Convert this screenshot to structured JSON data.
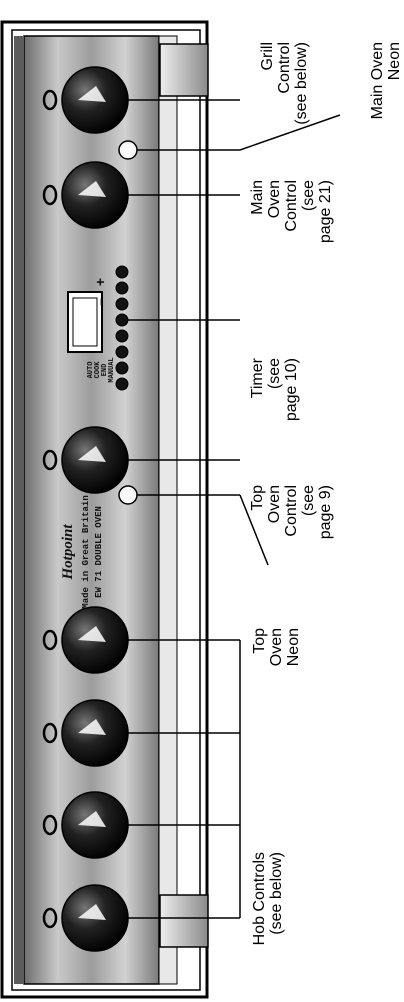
{
  "panel": {
    "brand": "Hotpoint",
    "made_in": "Made in Great Britain",
    "model": "EW 71 DOUBLE OVEN",
    "timer_plus": "+",
    "timer_minus": "–",
    "timer_button_labels": [
      "AUTO",
      "COOK",
      "END",
      "MANUAL"
    ]
  },
  "callouts": {
    "grill_control": [
      "Grill",
      "Control",
      "(see below)"
    ],
    "main_oven_neon": [
      "Main Oven",
      "Neon"
    ],
    "main_oven_control": [
      "Main",
      "Oven",
      "Control",
      "(see",
      "page 21)"
    ],
    "timer": [
      "Timer",
      "(see",
      "page 10)"
    ],
    "top_oven_control": [
      "Top",
      "Oven",
      "Control",
      "(see",
      "page 9)"
    ],
    "top_oven_neon": [
      "Top",
      "Oven",
      "Neon"
    ],
    "hob_controls": [
      "Hob Controls",
      "(see below)"
    ]
  }
}
